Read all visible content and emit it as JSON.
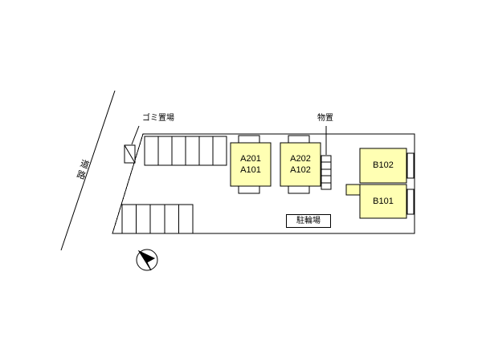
{
  "site_plan": {
    "labels": {
      "road": "道路",
      "garbage_area": "ゴミ置場",
      "storage": "物置",
      "bicycle_parking": "駐輪場"
    },
    "buildings": {
      "a_west": {
        "upper": "A201",
        "lower": "A101"
      },
      "a_east": {
        "upper": "A202",
        "lower": "A102"
      },
      "b_upper": {
        "label": "B102"
      },
      "b_lower": {
        "label": "B101"
      }
    },
    "parking": {
      "top_row_stalls": 6,
      "bottom_row_stalls": 5
    },
    "colors": {
      "building_fill": "#ffffb3",
      "line": "#000000",
      "background": "#ffffff"
    }
  }
}
